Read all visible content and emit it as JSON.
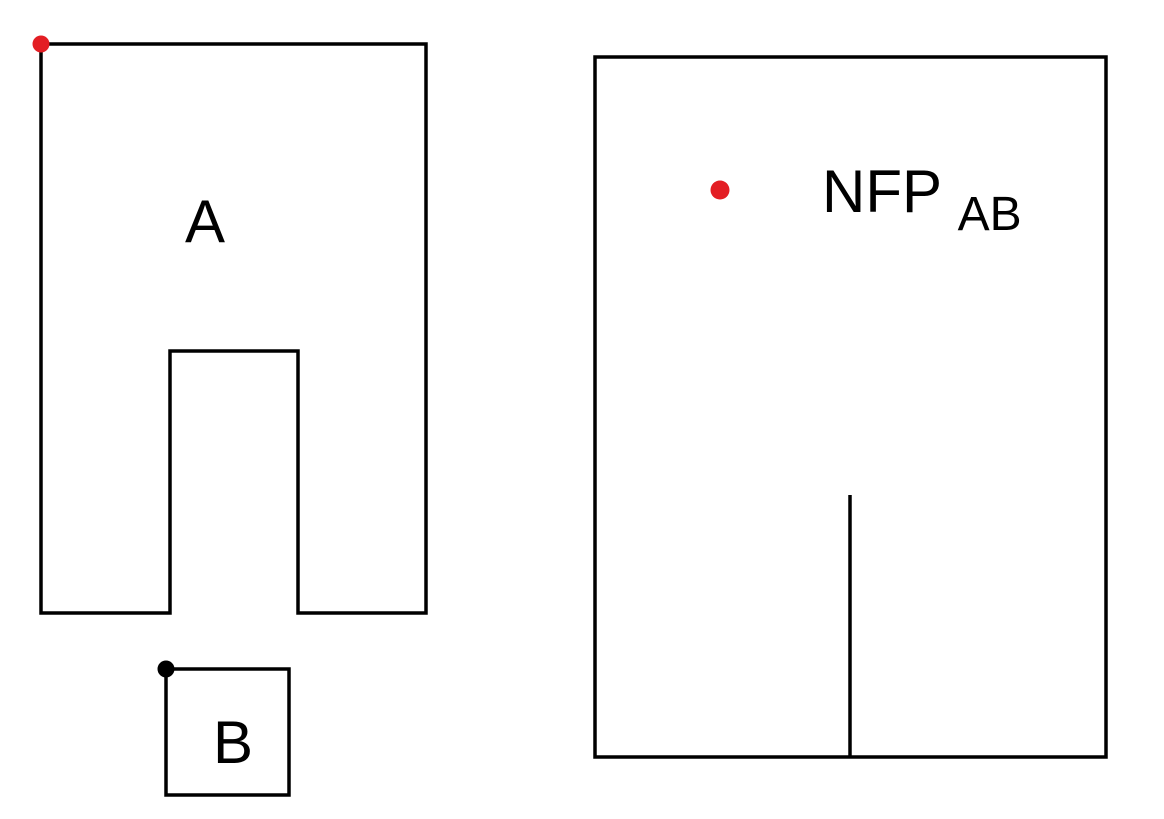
{
  "labels": {
    "shape_a": "A",
    "shape_b": "B",
    "nfp_main": "NFP",
    "nfp_sub": "AB"
  },
  "colors": {
    "stroke": "#000000",
    "reference_point_a": "#e31e24",
    "reference_point_b": "#000000",
    "nfp_point": "#e31e24"
  }
}
